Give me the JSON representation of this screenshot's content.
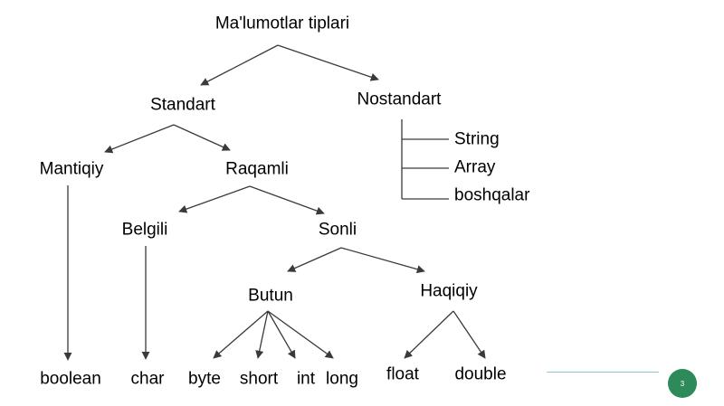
{
  "diagram": {
    "nodes": {
      "root": "Ma'lumotlar tiplari",
      "standart": "Standart",
      "nostandart": "Nostandart",
      "string": "String",
      "array": "Array",
      "boshqalar": "boshqalar",
      "mantiqiy": "Mantiqiy",
      "raqamli": "Raqamli",
      "belgili": "Belgili",
      "sonli": "Sonli",
      "butun": "Butun",
      "haqiqiy": "Haqiqiy",
      "boolean": "boolean",
      "char": "char",
      "byte": "byte",
      "short": "short",
      "int": "int",
      "long": "long",
      "float": "float",
      "double": "double"
    }
  },
  "footer": {
    "page_number": "3",
    "accent_color": "#2f8a5b",
    "line_color": "#8fc7d3"
  }
}
